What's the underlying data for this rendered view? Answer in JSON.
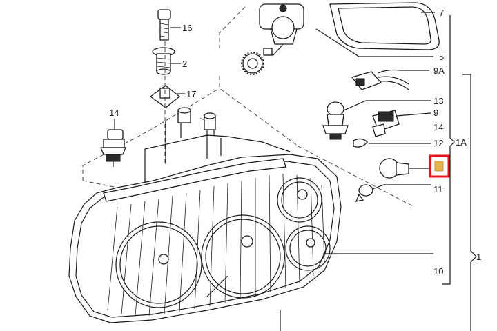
{
  "callouts": {
    "p16": "16",
    "p2": "2",
    "p17": "17",
    "p14_left": "14",
    "p7": "7",
    "p5": "5",
    "p9A": "9A",
    "p13": "13",
    "p9": "9",
    "p14_right": "14",
    "p12": "12",
    "p11": "11",
    "p10": "10",
    "group_1A": "1A",
    "group_1": "1"
  },
  "highlight": {
    "box_color": "#e0161b",
    "part_color": "#e8b54a"
  }
}
